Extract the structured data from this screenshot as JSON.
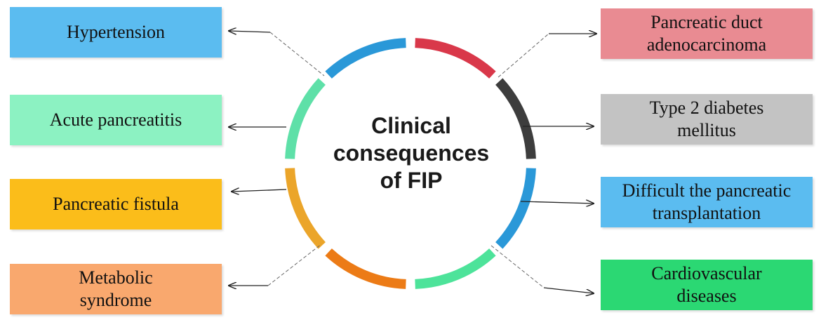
{
  "center_label": "Clinical\nconsequences\nof FIP",
  "left_items": [
    {
      "label": "Hypertension",
      "color": "#5bbcf0"
    },
    {
      "label": "Acute pancreatitis",
      "color": "#8cf2c2"
    },
    {
      "label": "Pancreatic fistula",
      "color": "#fbbd1a"
    },
    {
      "label": "Metabolic\nsyndrome",
      "color": "#f9a86e"
    }
  ],
  "right_items": [
    {
      "label": "Pancreatic duct\nadenocarcinoma",
      "color": "#e98b92"
    },
    {
      "label": "Type 2 diabetes\nmellitus",
      "color": "#c3c3c3"
    },
    {
      "label": "Difficult the pancreatic\ntransplantation",
      "color": "#5bbcf0"
    },
    {
      "label": "Cardiovascular\ndiseases",
      "color": "#2bd873"
    }
  ],
  "ring_segments": [
    {
      "color": "#d9384a"
    },
    {
      "color": "#3d3d3d"
    },
    {
      "color": "#2a98d8"
    },
    {
      "color": "#4de39a"
    },
    {
      "color": "#ec7b16"
    },
    {
      "color": "#eba52a"
    },
    {
      "color": "#5ee0a8"
    },
    {
      "color": "#2a98d8"
    }
  ]
}
